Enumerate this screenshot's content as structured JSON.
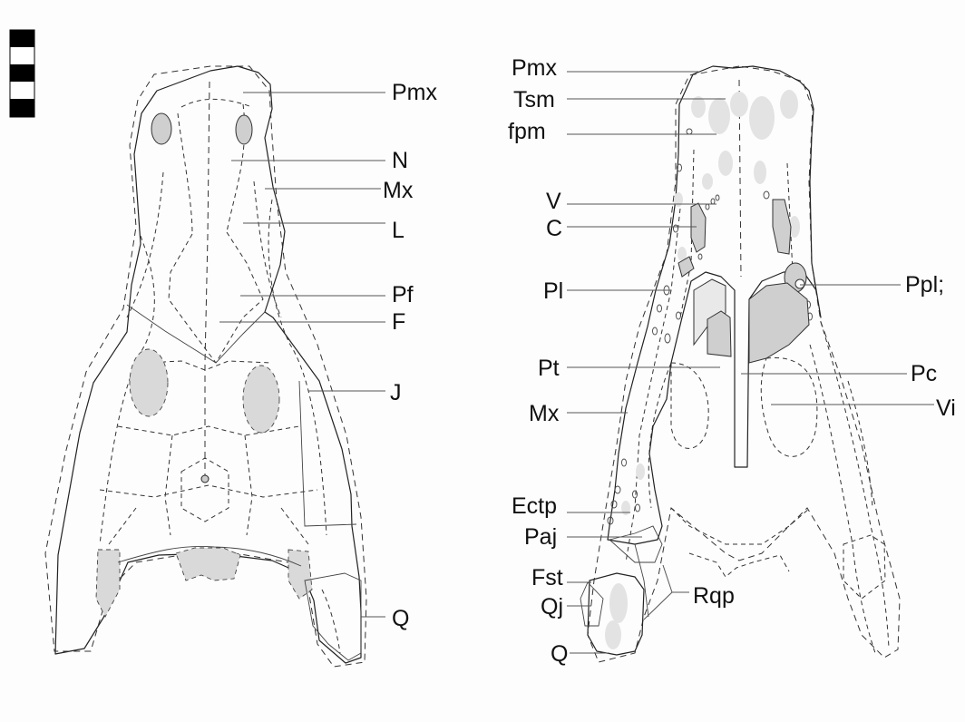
{
  "scale_bar": {
    "segments": 5
  },
  "dorsal_view": {
    "labels": [
      "Pmx",
      "N",
      "Mx",
      "L",
      "Pf",
      "F",
      "J",
      "Q"
    ]
  },
  "palatal_view": {
    "labels_left": [
      "Pmx",
      "Tsm",
      "fpm",
      "V",
      "C",
      "Pl",
      "Pt",
      "Mx",
      "Ectp",
      "Paj",
      "Fst",
      "Qj",
      "Q"
    ],
    "labels_right": [
      "Ppl;",
      "Pc",
      "Vi"
    ],
    "label_bottom": "Rqp"
  },
  "colors": {
    "shading": "#d9d9d9",
    "outline": "#222222",
    "leader": "#555555"
  }
}
